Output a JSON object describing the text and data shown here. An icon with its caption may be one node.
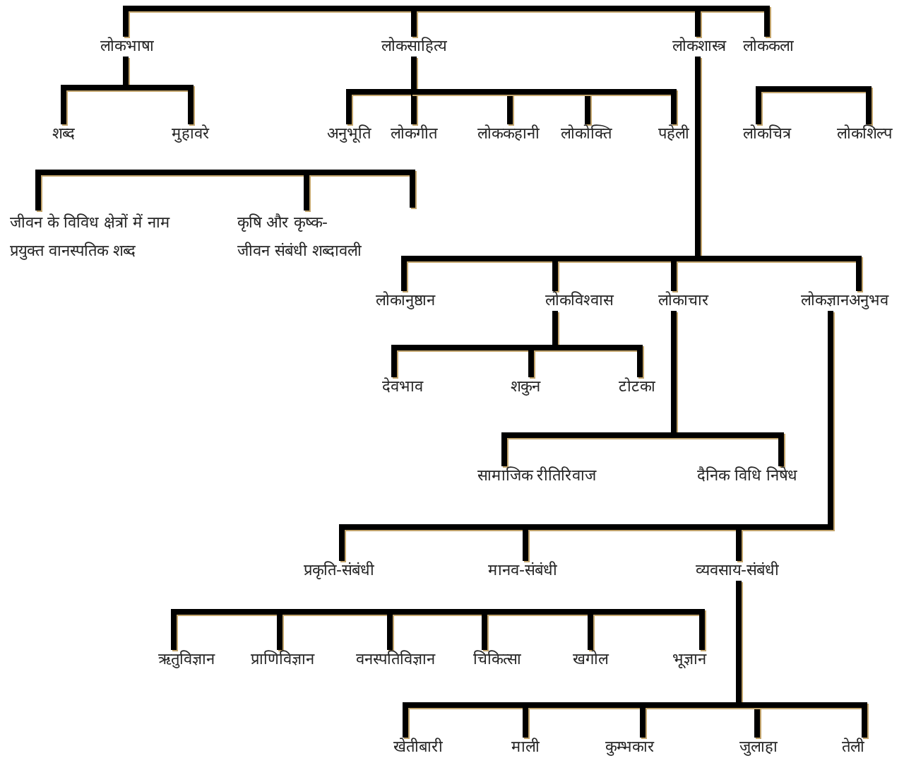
{
  "diagram": {
    "nodes": [
      {
        "text": [
          "लोकभाषा"
        ]
      },
      {
        "text": [
          "लोकसाहित्य"
        ]
      },
      {
        "text": [
          "लोकशास्त्र"
        ]
      },
      {
        "text": [
          "लोककला"
        ]
      },
      {
        "text": [
          "शब्द"
        ]
      },
      {
        "text": [
          "मुहावरे"
        ]
      },
      {
        "text": [
          "अनुभूति"
        ]
      },
      {
        "text": [
          "लोकगीत"
        ]
      },
      {
        "text": [
          "लोककहानी"
        ]
      },
      {
        "text": [
          "लोकोक्ति"
        ]
      },
      {
        "text": [
          "पहेली"
        ]
      },
      {
        "text": [
          "लोकचित्र"
        ]
      },
      {
        "text": [
          "लोकशिल्प"
        ]
      },
      {
        "text": [
          "जीवन के विविध क्षेत्रों में नाम प्रयुक्त वानस्पतिक शब्द"
        ]
      },
      {
        "text": [
          "कृषि और कृष्क- जीवन संबंधी शब्दावली"
        ]
      },
      {
        "text": [
          "लोकानुष्ठान"
        ]
      },
      {
        "text": [
          "लोकविश्वास"
        ]
      },
      {
        "text": [
          "लोकाचार"
        ]
      },
      {
        "text": [
          "लोकज्ञानअनुभव"
        ]
      },
      {
        "text": [
          "देवभाव"
        ]
      },
      {
        "text": [
          "शकुन"
        ]
      },
      {
        "text": [
          "टोटका"
        ]
      },
      {
        "text": [
          "सामाजिक रीतिरिवाज"
        ]
      },
      {
        "text": [
          "दैनिक विधि निषेध"
        ]
      },
      {
        "text": [
          "प्रकृति-संबंधी"
        ]
      },
      {
        "text": [
          "मानव-संबंधी"
        ]
      },
      {
        "text": [
          "व्यवसाय-संबंधी"
        ]
      },
      {
        "text": [
          "ऋतुविज्ञान"
        ]
      },
      {
        "text": [
          "प्राणिविज्ञान"
        ]
      },
      {
        "text": [
          "वनस्पतिविज्ञान"
        ]
      },
      {
        "text": [
          "चिकित्सा"
        ]
      },
      {
        "text": [
          "खगोल"
        ]
      },
      {
        "text": [
          "भूज्ञान"
        ]
      },
      {
        "text": [
          "खेतीबारी"
        ]
      },
      {
        "text": [
          "माली"
        ]
      },
      {
        "text": [
          "कुम्भकार"
        ]
      },
      {
        "text": [
          "जुलाहा"
        ]
      },
      {
        "text": [
          "तेली"
        ]
      }
    ],
    "edges": [
      {
        "from": 0,
        "to": 1,
        "arrow": "none"
      },
      {
        "from": 1,
        "to": 2,
        "arrow": "none"
      },
      {
        "from": 2,
        "to": 3,
        "arrow": "none"
      },
      {
        "from": 0,
        "to": 4,
        "arrow": "none"
      },
      {
        "from": 0,
        "to": 5,
        "arrow": "none"
      },
      {
        "from": 1,
        "to": 6,
        "arrow": "none"
      },
      {
        "from": 1,
        "to": 7,
        "arrow": "none"
      },
      {
        "from": 1,
        "to": 8,
        "arrow": "none"
      },
      {
        "from": 1,
        "to": 9,
        "arrow": "none"
      },
      {
        "from": 1,
        "to": 10,
        "arrow": "none"
      },
      {
        "from": 11,
        "to": 12,
        "arrow": "none"
      },
      {
        "from": 13,
        "to": 14,
        "arrow": "none"
      },
      {
        "from": 14,
        "to": null,
        "arrow": "none"
      },
      {
        "from": 2,
        "to": 15,
        "arrow": "none"
      },
      {
        "from": 2,
        "to": 16,
        "arrow": "none"
      },
      {
        "from": 2,
        "to": 17,
        "arrow": "none"
      },
      {
        "from": 2,
        "to": 18,
        "arrow": "none"
      },
      {
        "from": 16,
        "to": 19,
        "arrow": "none"
      },
      {
        "from": 16,
        "to": 20,
        "arrow": "none"
      },
      {
        "from": 16,
        "to": 21,
        "arrow": "none"
      },
      {
        "from": 17,
        "to": 22,
        "arrow": "none"
      },
      {
        "from": 17,
        "to": 23,
        "arrow": "none"
      },
      {
        "from": 18,
        "to": 24,
        "arrow": "none"
      },
      {
        "from": 18,
        "to": 25,
        "arrow": "none"
      },
      {
        "from": 18,
        "to": 26,
        "arrow": "none"
      },
      {
        "from": 27,
        "to": 28,
        "arrow": "none"
      },
      {
        "from": 28,
        "to": 29,
        "arrow": "none"
      },
      {
        "from": 29,
        "to": 30,
        "arrow": "none"
      },
      {
        "from": 30,
        "to": 31,
        "arrow": "none"
      },
      {
        "from": 31,
        "to": 32,
        "arrow": "none"
      },
      {
        "from": 26,
        "to": 33,
        "arrow": "none"
      },
      {
        "from": 26,
        "to": 34,
        "arrow": "none"
      },
      {
        "from": 26,
        "to": 35,
        "arrow": "none"
      },
      {
        "from": 26,
        "to": 36,
        "arrow": "none"
      },
      {
        "from": 26,
        "to": 37,
        "arrow": "none"
      }
    ]
  }
}
